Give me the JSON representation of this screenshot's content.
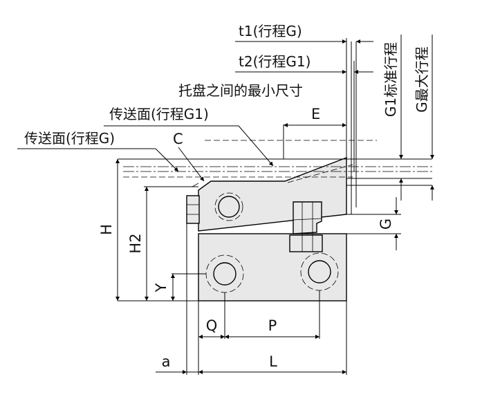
{
  "labels": {
    "t1": "t1(行程G)",
    "t2": "t2(行程G1)",
    "gap": "托盘之间的最小尺寸",
    "conv_g1": "传送面(行程G1)",
    "conv_g": "传送面(行程G)",
    "c": "C",
    "e": "E",
    "h": "H",
    "h2": "H2",
    "y": "Y",
    "g": "G",
    "q": "Q",
    "p": "P",
    "a": "a",
    "l": "L",
    "g1_std": "G1标准行程",
    "g_max": "G最大行程"
  }
}
